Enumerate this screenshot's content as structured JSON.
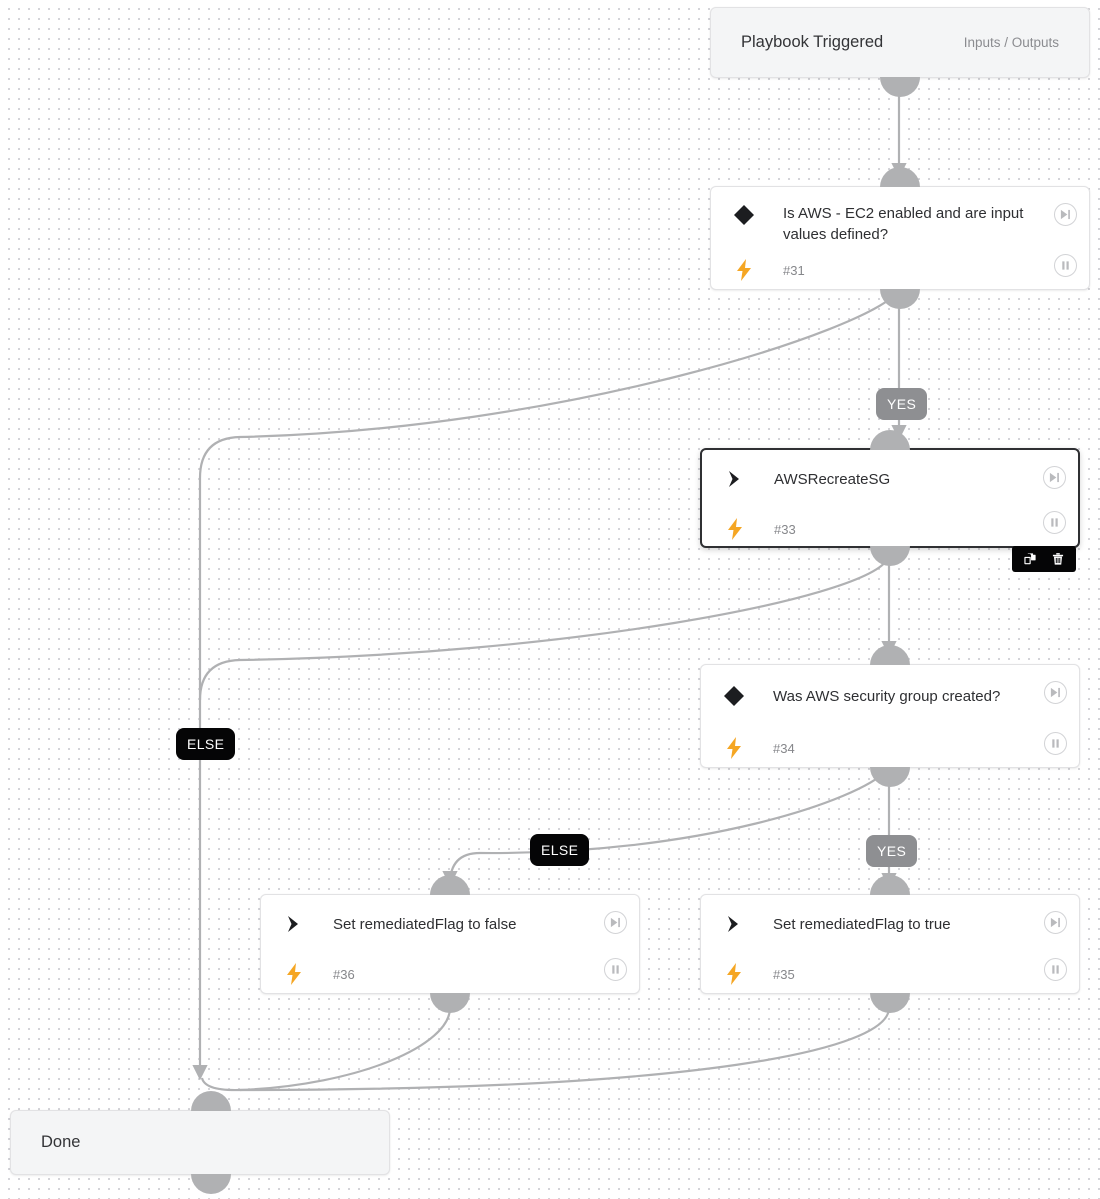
{
  "app": {
    "view": "playbook-workflow-canvas",
    "colors": {
      "canvas_background": "#ffffff",
      "grid_dot": "#c9c9cf",
      "edge": "#b0b1b3",
      "handle": "#b0b1b3",
      "bolt_orange": "#f5a623",
      "badge_yes_background": "#8e8f92",
      "badge_else_background": "#050506",
      "selected_border": "#2f3033",
      "terminal_background": "#f4f5f6"
    }
  },
  "nodes": {
    "trigger": {
      "title": "Playbook Triggered",
      "link_label": "Inputs / Outputs",
      "kind": "terminal"
    },
    "decision_ec2": {
      "title": "Is AWS - EC2 enabled and are input values defined?",
      "id_label": "#31",
      "kind": "decision",
      "type_icon": "diamond-icon",
      "bolt_icon": "lightning-bolt-icon",
      "run_icon": "step-forward-icon",
      "pause_icon": "pause-icon"
    },
    "action_recreate_sg": {
      "title": "AWSRecreateSG",
      "id_label": "#33",
      "kind": "action",
      "type_icon": "chevron-right-icon",
      "bolt_icon": "lightning-bolt-icon",
      "run_icon": "step-forward-icon",
      "pause_icon": "pause-icon",
      "selected": true
    },
    "decision_sg_created": {
      "title": "Was AWS security group created?",
      "id_label": "#34",
      "kind": "decision",
      "type_icon": "diamond-icon",
      "bolt_icon": "lightning-bolt-icon",
      "run_icon": "step-forward-icon",
      "pause_icon": "pause-icon"
    },
    "action_flag_false": {
      "title": "Set remediatedFlag to false",
      "id_label": "#36",
      "kind": "action",
      "type_icon": "chevron-right-icon",
      "bolt_icon": "lightning-bolt-icon",
      "run_icon": "step-forward-icon",
      "pause_icon": "pause-icon"
    },
    "action_flag_true": {
      "title": "Set remediatedFlag to true",
      "id_label": "#35",
      "kind": "action",
      "type_icon": "chevron-right-icon",
      "bolt_icon": "lightning-bolt-icon",
      "run_icon": "step-forward-icon",
      "pause_icon": "pause-icon"
    },
    "done": {
      "title": "Done",
      "kind": "terminal"
    }
  },
  "branch_labels": {
    "ec2_yes": "YES",
    "ec2_else": "ELSE",
    "sg_yes": "YES",
    "sg_else": "ELSE"
  },
  "selection_toolbar": {
    "duplicate_label": "duplicate-icon",
    "delete_label": "trash-icon"
  }
}
